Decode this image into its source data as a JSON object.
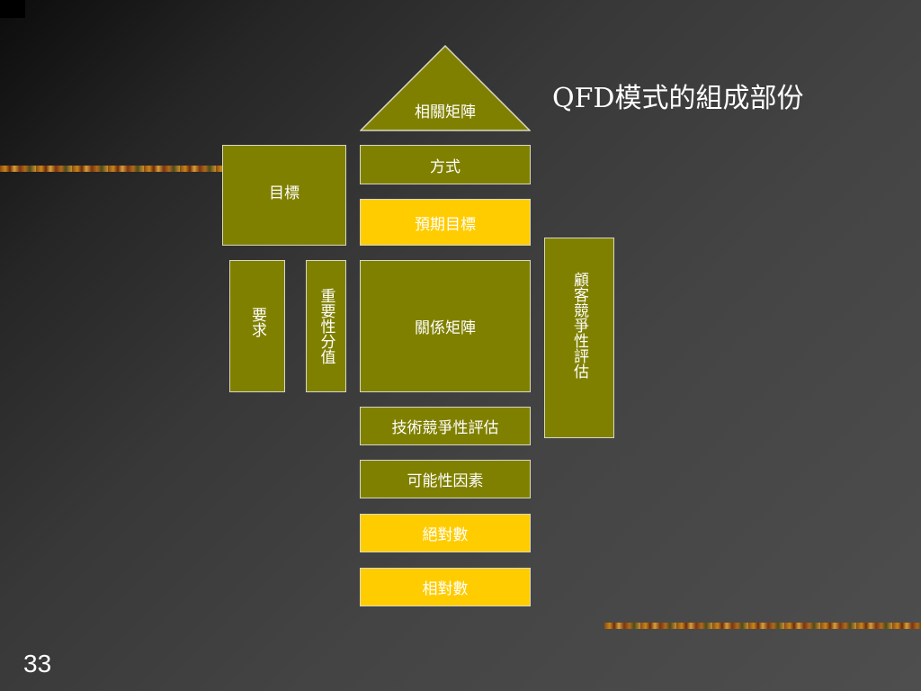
{
  "slide": {
    "title": "QFD模式的組成部份",
    "page_number": "33"
  },
  "diagram": {
    "roof_label": "相關矩陣",
    "method_label": "方式",
    "target_label": "目標",
    "expected_target_label": "預期目標",
    "requirements_label": "要求",
    "importance_label": "重要性分值",
    "relation_matrix_label": "關係矩陣",
    "customer_eval_label": "顧客競爭性評估",
    "technical_eval_label": "技術競爭性評估",
    "feasibility_label": "可能性因素",
    "absolute_label": "絕對數",
    "relative_label": "相對數"
  },
  "colors": {
    "olive": "#808000",
    "gold": "#ffcc00",
    "border": "#d8d8c0",
    "text": "#ffffff"
  }
}
